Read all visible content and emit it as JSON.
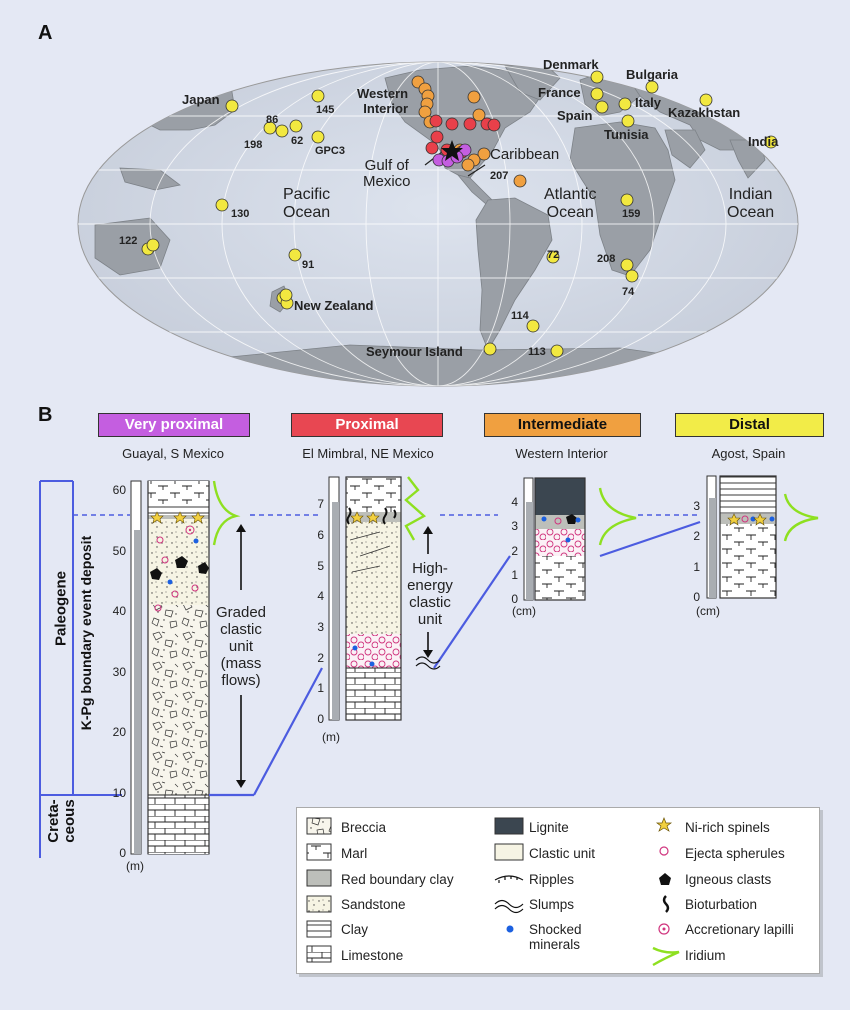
{
  "panels": {
    "a": "A",
    "b": "B"
  },
  "map": {
    "region_labels": {
      "japan": "Japan",
      "western_interior": "Western\nInterior",
      "denmark": "Denmark",
      "bulgaria": "Bulgaria",
      "france": "France",
      "italy": "Italy",
      "spain": "Spain",
      "kazakhstan": "Kazakhstan",
      "tunisia": "Tunisia",
      "india": "India",
      "gulf_of_mexico": "Gulf of\nMexico",
      "caribbean": "Caribbean",
      "new_zealand": "New Zealand",
      "seymour_island": "Seymour Island"
    },
    "oceans": {
      "pacific": "Pacific\nOcean",
      "atlantic": "Atlantic\nOcean",
      "indian": "Indian\nOcean"
    },
    "sites": {
      "s145": "145",
      "s86": "86",
      "s198": "198",
      "s62": "62",
      "gpc3": "GPC3",
      "s130": "130",
      "s122": "122",
      "s91": "91",
      "s207": "207",
      "s159": "159",
      "s72": "72",
      "s208": "208",
      "s74": "74",
      "s114": "114",
      "s113": "113"
    },
    "marker_colors": {
      "very_proximal": "#c45ee0",
      "proximal": "#e8404a",
      "intermediate": "#f0a040",
      "distal": "#f2e840"
    }
  },
  "sections": {
    "zones": [
      {
        "label": "Very proximal",
        "color": "#c45ee0",
        "location": "Guayal, S Mexico"
      },
      {
        "label": "Proximal",
        "color": "#e84752",
        "location": "El Mimbral, NE Mexico"
      },
      {
        "label": "Intermediate",
        "color": "#f0a040",
        "location": "Western Interior"
      },
      {
        "label": "Distal",
        "color": "#f2ec48",
        "location": "Agost, Spain"
      }
    ],
    "col1": {
      "ticks": [
        "0",
        "10",
        "20",
        "30",
        "40",
        "50",
        "60"
      ],
      "unit": "(m)"
    },
    "col2": {
      "ticks": [
        "0",
        "1",
        "2",
        "3",
        "4",
        "5",
        "6",
        "7"
      ],
      "unit": "(m)"
    },
    "col3": {
      "ticks": [
        "0",
        "1",
        "2",
        "3",
        "4"
      ],
      "unit": "(cm)"
    },
    "col4": {
      "ticks": [
        "0",
        "1",
        "2",
        "3"
      ],
      "unit": "(cm)"
    },
    "periods": {
      "paleogene": "Paleogene",
      "cretaceous": "Creta-\nceous",
      "event_deposit": "K-Pg boundary event deposit"
    },
    "annotations": {
      "graded": "Graded\nclastic\nunit\n(mass\nflows)",
      "high_energy": "High-\nenergy\nclastic\nunit"
    }
  },
  "legend": {
    "col1": [
      "Breccia",
      "Marl",
      "Red boundary clay",
      "Sandstone",
      "Clay",
      "Limestone"
    ],
    "col2": [
      "Lignite",
      "Clastic unit",
      "Ripples",
      "Slumps",
      "Shocked\nminerals"
    ],
    "col3": [
      "Ni-rich spinels",
      "Ejecta spherules",
      "Igneous clasts",
      "Bioturbation",
      "Accretionary lapilli",
      "Iridium"
    ]
  }
}
